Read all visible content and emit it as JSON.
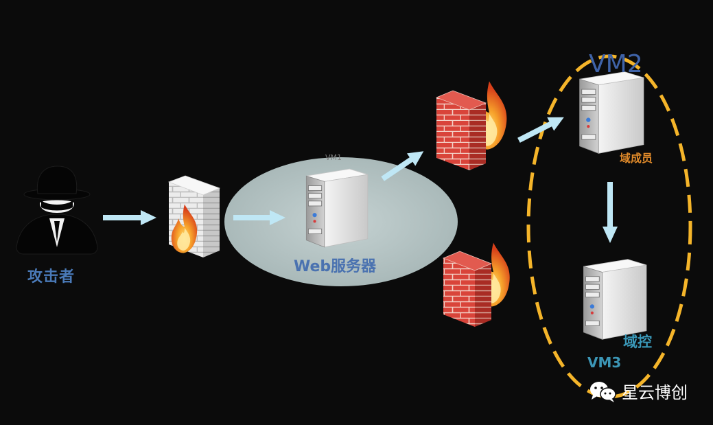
{
  "labels": {
    "attacker": "攻击者",
    "web_server": "Web服务器",
    "vm1": "VM1",
    "vm2": "VM2",
    "domain_member": "域成员",
    "domain_controller": "域控",
    "vm3": "VM3",
    "watermark": "星云博创"
  },
  "icons": {
    "attacker": "spy-icon",
    "firewall": "firewall-icon",
    "server": "server-icon",
    "watermark": "wechat-icon"
  },
  "colors": {
    "background": "#0b0b0b",
    "arrow": "#bfe7f5",
    "vm1_zone": "#b4c3c3",
    "domain_boundary_dash": "#f5b52a",
    "brick": "#d9443a",
    "flame": "#f07a1a"
  }
}
